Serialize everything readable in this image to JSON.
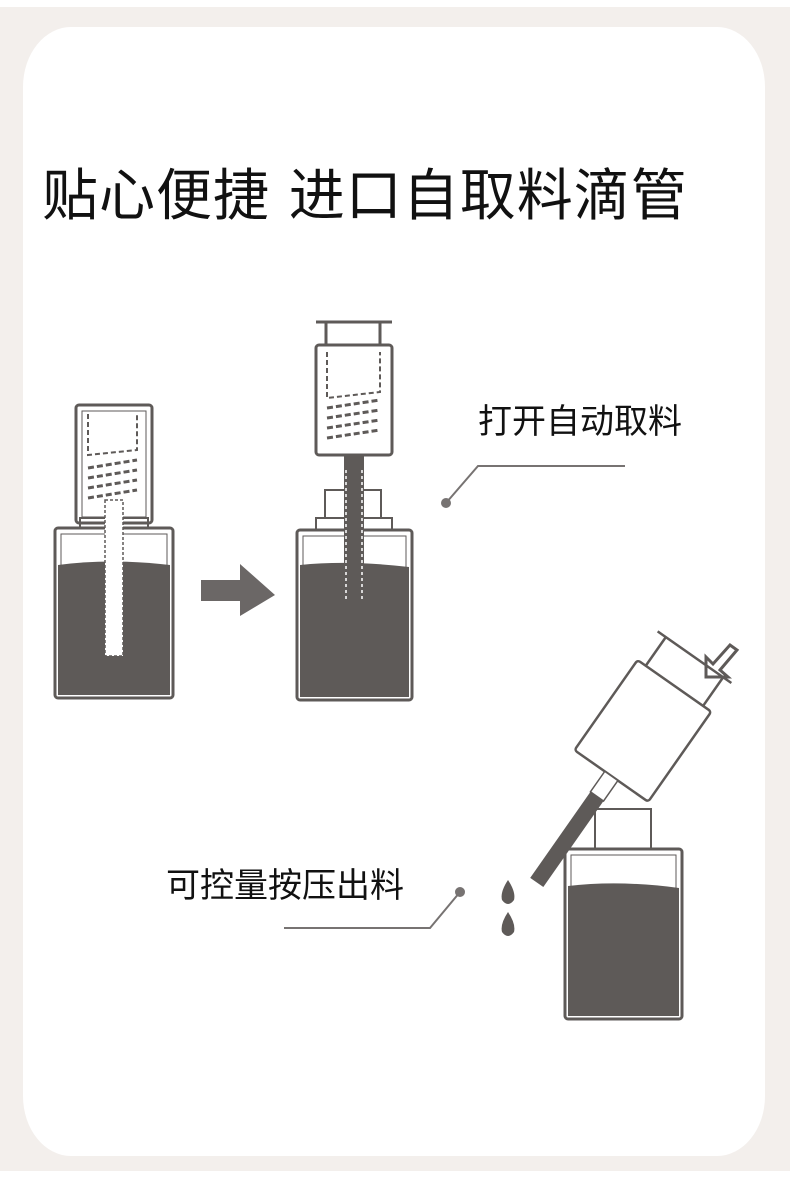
{
  "title": "贴心便捷 进口自取料滴管",
  "steps": [
    {
      "label": "打开自动取料",
      "icon": "dropper-auto-fill"
    },
    {
      "label": "可控量按压出料",
      "icon": "dropper-press-dispense"
    }
  ],
  "colors": {
    "frame": "#f3efec",
    "card": "#ffffff",
    "liquid": "#5e5a58",
    "line": "#777372",
    "text": "#111111"
  }
}
